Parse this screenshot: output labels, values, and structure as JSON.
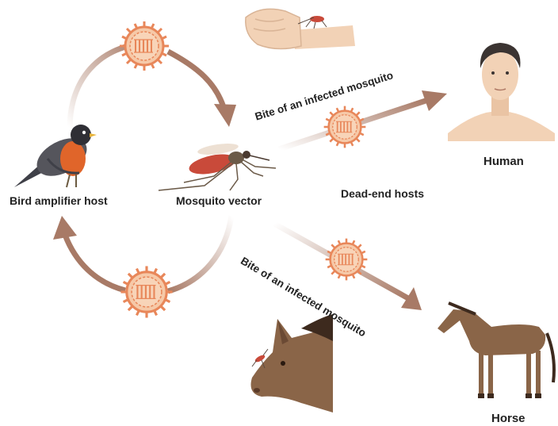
{
  "labels": {
    "bird": "Bird amplifier host",
    "mosquito": "Mosquito vector",
    "human": "Human",
    "dead_end": "Dead-end hosts",
    "horse": "Horse",
    "bite_upper": "Bite of an infected mosquito",
    "bite_lower": "Bite of an infected mosquito"
  },
  "colors": {
    "arrow": "#a87a66",
    "virus": "#e8875a",
    "virus_fill": "#f6c9a8",
    "bird_body": "#55555c",
    "bird_breast": "#e0652a",
    "horse": "#8a6548",
    "skin": "#f2d2b6",
    "mosquito_body": "#c94a3a"
  },
  "icons": [
    "virus-icon",
    "bird-icon",
    "mosquito-icon",
    "human-icon",
    "horse-icon",
    "arm-icon",
    "horse-head-icon"
  ]
}
